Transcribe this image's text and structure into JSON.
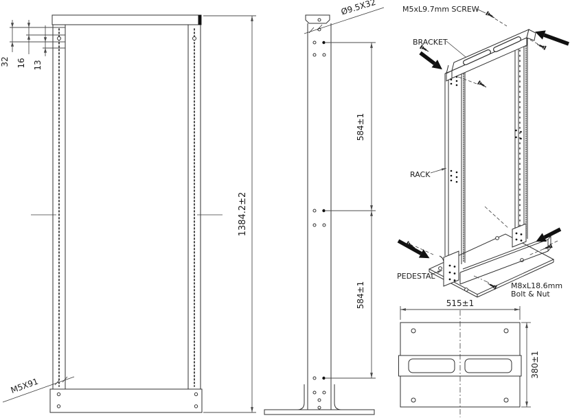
{
  "front": {
    "d32": "32",
    "d16": "16",
    "d13": "13",
    "height": "1384.2±2",
    "screw": "M5X91"
  },
  "side": {
    "hole": "Ø9.5X32",
    "pitch_upper": "584±1",
    "pitch_lower": "584±1"
  },
  "iso": {
    "screw": "M5xL9.7mm  SCREW",
    "bracket": "BRACKET",
    "rack": "RACK",
    "pedestal": "PEDESTAL",
    "bolt1": "M8xL18.6mm",
    "bolt2": "Bolt  &  Nut"
  },
  "bottom": {
    "width": "515±1",
    "depth": "380±1"
  },
  "colors": {
    "line": "#2f2f2f",
    "dimension": "#4a4a4a",
    "arrow": "#111111",
    "background": "#ffffff"
  }
}
